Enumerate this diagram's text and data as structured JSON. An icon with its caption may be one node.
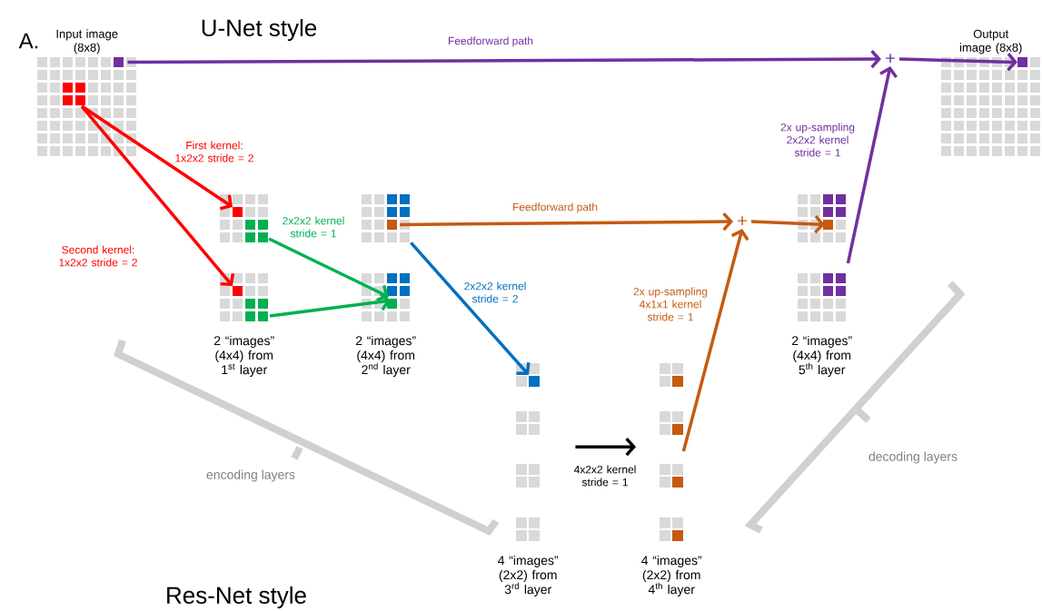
{
  "diagram": {
    "nodes": [
      {
        "text": [
          "Input image (8x8)"
        ]
      },
      {
        "text": [
          "Output image (8x8)"
        ]
      },
      {
        "text": [
          "+"
        ]
      },
      {
        "text": [],
        "shape": "grid"
      },
      {
        "text": [],
        "shape": "grid",
        "beside": [
          "2 “images” (4x4) from 1$^{st}$ layer"
        ]
      },
      {
        "text": [],
        "shape": "grid"
      },
      {
        "text": [],
        "shape": "grid",
        "beside": [
          "2 “images” (4x4) from 2$^{nd}$ layer"
        ]
      },
      {
        "text": [
          "+"
        ]
      },
      {
        "text": [],
        "shape": "grid"
      },
      {
        "text": [],
        "shape": "grid",
        "beside": [
          "2 “images” (4x4) from 5$^{th}$ layer"
        ]
      },
      {
        "text": [],
        "shape": "grid"
      },
      {
        "text": [],
        "shape": "grid"
      },
      {
        "text": [],
        "shape": "grid"
      },
      {
        "text": [],
        "shape": "grid",
        "beside": [
          "4 “images” (2x2) from 3$^{rd}$ layer"
        ]
      },
      {
        "text": [],
        "shape": "grid"
      },
      {
        "text": [],
        "shape": "grid"
      },
      {
        "text": [],
        "shape": "grid"
      },
      {
        "text": [],
        "shape": "grid",
        "beside": [
          "4 “images” (2x2) from 4$^{th}$ layer"
        ]
      }
    ],
    "edges": [
      {
        "from": 0,
        "to": 2,
        "arrow": "to",
        "label": "Feedforward path",
        "color": "#7030a0"
      },
      {
        "from": 0,
        "to": 3,
        "arrow": "to",
        "label": "First kernel: 1x2x2 stride = 2",
        "color": "#ff0000"
      },
      {
        "from": 0,
        "to": 4,
        "arrow": "to",
        "label": "Second kernel: 1x2x2 stride = 2",
        "color": "#ff0000"
      },
      {
        "from": 3,
        "to": 6,
        "arrow": "to",
        "label": "2x2x2 kernel stride = 1",
        "color": "#00b050"
      },
      {
        "from": 4,
        "to": 6,
        "arrow": "to",
        "color": "#00b050"
      },
      {
        "from": 5,
        "to": 7,
        "arrow": "to",
        "label": "Feedforward path",
        "color": "#c55a11"
      },
      {
        "from": 5,
        "to": 10,
        "arrow": "to",
        "label": "2x2x2 kernel stride = 2",
        "color": "#0070c0"
      },
      {
        "from": 11,
        "to": 15,
        "arrow": "to",
        "label": "4x2x2 kernel stride = 1",
        "color": "#000000"
      },
      {
        "from": 16,
        "to": 7,
        "arrow": "to",
        "label": "2x up-sampling 4x1x1 kernel stride = 1",
        "color": "#c55a11"
      },
      {
        "from": 7,
        "to": 8,
        "arrow": "to",
        "color": "#c55a11"
      },
      {
        "from": 9,
        "to": 2,
        "arrow": "to",
        "label": "2x up-sampling 2x2x2 kernel stride = 1",
        "color": "#7030a0"
      },
      {
        "from": 2,
        "to": 1,
        "arrow": "to",
        "color": "#7030a0"
      }
    ],
    "labels": [
      "A.",
      "U-Net style",
      "encoding layers",
      "decoding layers",
      "Res-Net style"
    ]
  }
}
